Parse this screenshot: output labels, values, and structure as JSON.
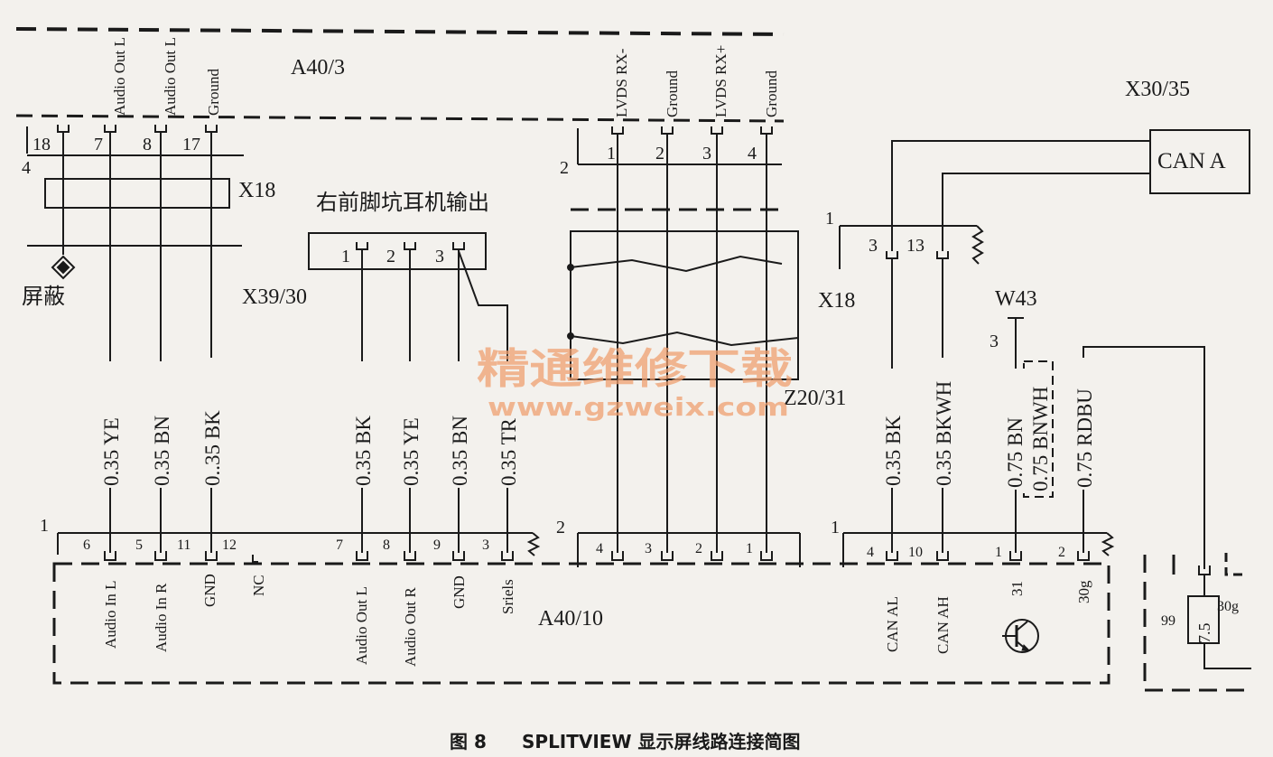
{
  "colors": {
    "background": "#f3f1ed",
    "ink": "#1a1a1a",
    "watermark": "#f0a070"
  },
  "components": {
    "a40_3": "A40/3",
    "x30_35": "X30/35",
    "can_a": "CAN A",
    "x18_top": "X18",
    "x39_30": "X39/30",
    "x18_right": "X18",
    "w43": "W43",
    "z20_31": "Z20/31",
    "a40_10": "A40/10",
    "headphone_note": "右前脚坑耳机输出",
    "shield_label": "屏蔽"
  },
  "connectors": {
    "left_top_pins": [
      "18",
      "7",
      "8",
      "17"
    ],
    "left_top_signals": [
      "Audio Out L",
      "Audio Out L",
      "Ground"
    ],
    "left_top_number": "4",
    "lvds_pins": [
      "1",
      "2",
      "3",
      "4"
    ],
    "lvds_signals": [
      "LVDS RX-",
      "Ground",
      "LVDS RX+",
      "Ground"
    ],
    "lvds_number": "2",
    "headphone_pins": [
      "1",
      "2",
      "3"
    ],
    "x18_right_pins": [
      "3",
      "13"
    ],
    "x18_right_number": "1",
    "w43_number": "3",
    "bottom_left_number": "1",
    "bottom_left_pins": [
      "6",
      "5",
      "11",
      "12",
      "7",
      "8",
      "9",
      "3"
    ],
    "bottom_left_signals": [
      "Audio In L",
      "Audio In R",
      "GND",
      "NC",
      "Audio Out L",
      "Audio Out R",
      "GND",
      "Sriels"
    ],
    "bottom_mid_number": "2",
    "bottom_mid_pins": [
      "4",
      "3",
      "2",
      "1"
    ],
    "bottom_right_number": "1",
    "bottom_right_pins": [
      "4",
      "10",
      "1",
      "2"
    ],
    "bottom_right_signals": [
      "CAN AL",
      "CAN AH",
      "31",
      "30g"
    ],
    "fuse_pin": "30g",
    "fuse_number": "99",
    "fuse_value": "7.5"
  },
  "wires": [
    "0.35 YE",
    "0.35 BN",
    "0..35 BK",
    "0.35 BK",
    "0.35 YE",
    "0.35 BN",
    "0.35 TR",
    "0.35 BK",
    "0.35 BKWH",
    "0.75 BN",
    "0.75 BNWH",
    "0.75 RDBU"
  ],
  "watermark": {
    "cn": "精通维修下载",
    "url": "www.gzweix.com"
  },
  "caption": {
    "figure": "图 8",
    "title": "SPLITVIEW 显示屏线路连接简图"
  }
}
